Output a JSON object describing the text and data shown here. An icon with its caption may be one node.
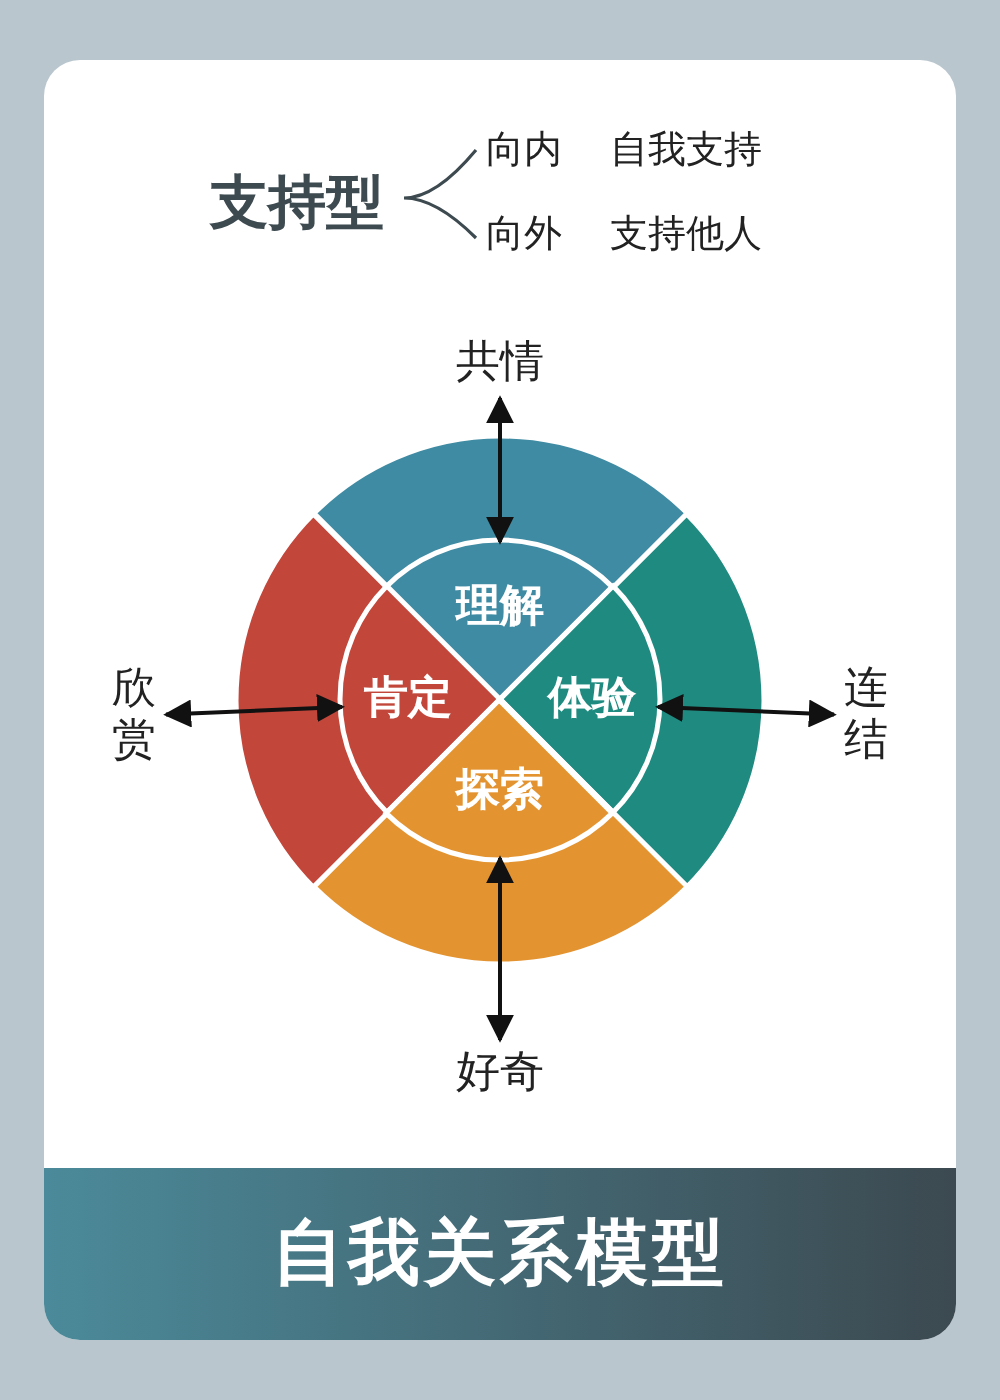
{
  "diagram": {
    "title": "自我关系模型",
    "nodes": [
      {
        "text": [
          "共情"
        ]
      },
      {
        "text": [
          "欣赏"
        ]
      },
      {
        "text": [
          "连结"
        ]
      },
      {
        "text": [
          "好奇"
        ]
      },
      {
        "text": [],
        "shape": "sector"
      },
      {
        "text": [
          "理解"
        ],
        "in": 4
      },
      {
        "text": [],
        "shape": "sector"
      },
      {
        "text": [
          "肯定"
        ],
        "in": 6
      },
      {
        "text": [],
        "shape": "sector"
      },
      {
        "text": [
          "体验"
        ],
        "in": 8
      },
      {
        "text": [],
        "shape": "sector"
      },
      {
        "text": [
          "探索"
        ],
        "in": 10
      }
    ],
    "edges": [
      {
        "from": 0,
        "to": 5,
        "arrow": "both"
      },
      {
        "from": 1,
        "to": 7,
        "arrow": "both"
      },
      {
        "from": 2,
        "to": 9,
        "arrow": "both"
      },
      {
        "from": 3,
        "to": 11,
        "arrow": "both"
      }
    ],
    "labels": [
      "支持型",
      "向内",
      "自我支持",
      "向外",
      "支持他人"
    ]
  }
}
